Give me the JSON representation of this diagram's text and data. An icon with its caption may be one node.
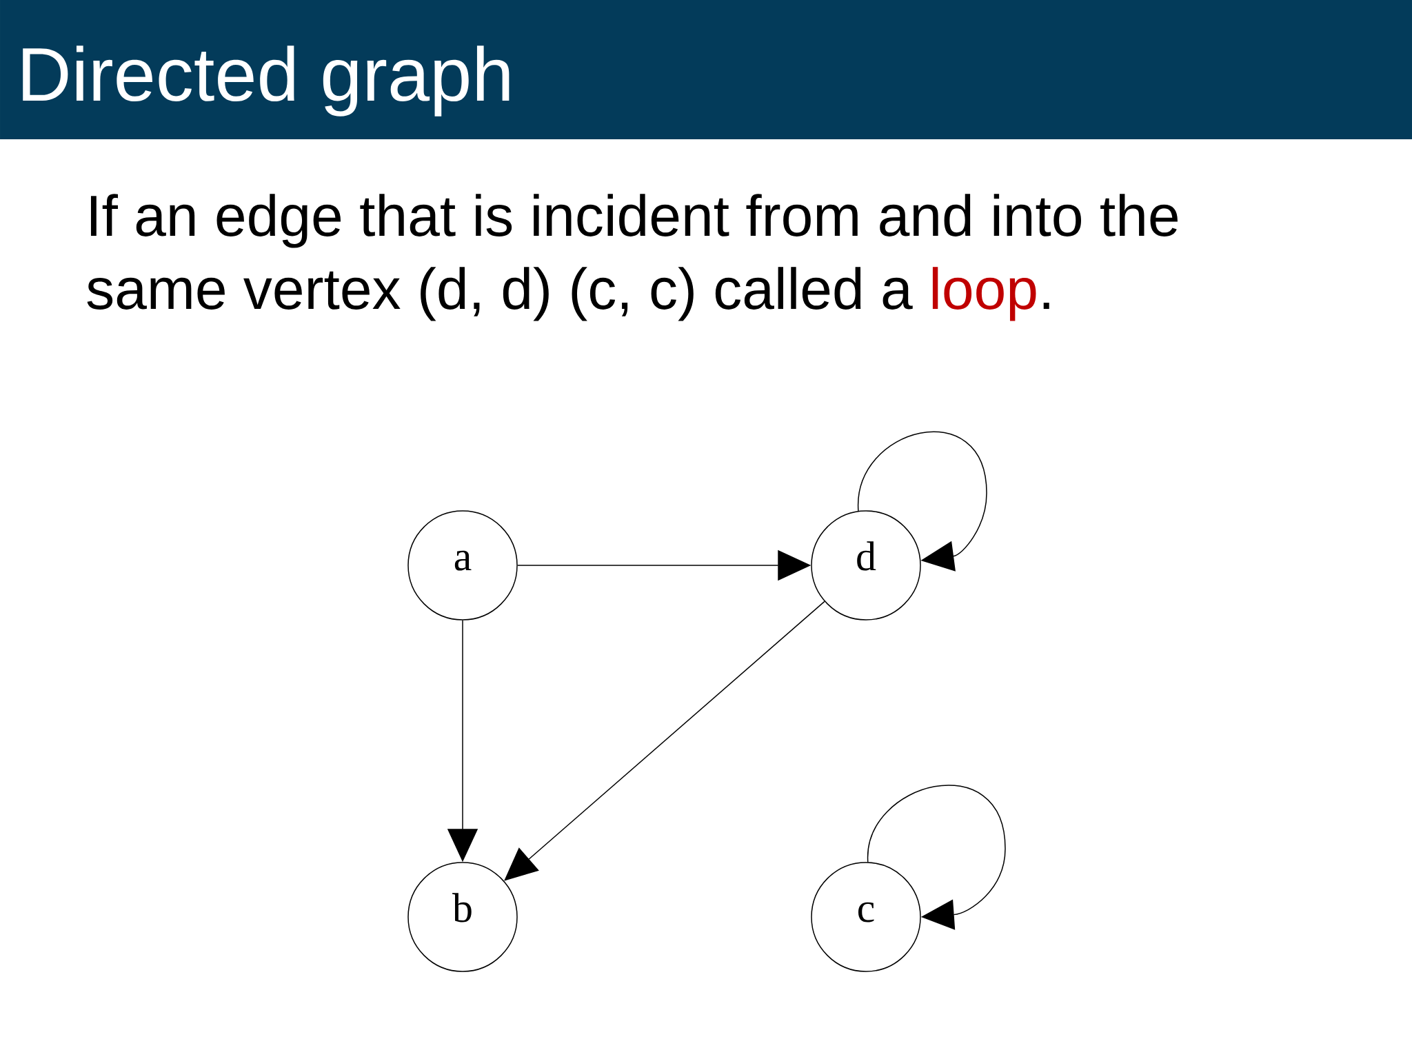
{
  "diagram": {
    "title": "Directed graph",
    "nodes": [
      {
        "text": [
          "a"
        ]
      },
      {
        "text": [
          "d"
        ]
      },
      {
        "text": [
          "b"
        ]
      },
      {
        "text": [
          "c"
        ]
      }
    ],
    "edges": [
      {
        "from": 0,
        "to": 1,
        "arrow": "to"
      },
      {
        "from": 1,
        "to": 1,
        "arrow": "to"
      },
      {
        "from": 0,
        "to": 2,
        "arrow": "to"
      },
      {
        "from": 1,
        "to": 2,
        "arrow": "to"
      },
      {
        "from": 3,
        "to": 3,
        "arrow": "to"
      }
    ],
    "labels": [
      "If an edge that is incident from and into the same vertex (d, d) (c, c) called a loop."
    ]
  }
}
